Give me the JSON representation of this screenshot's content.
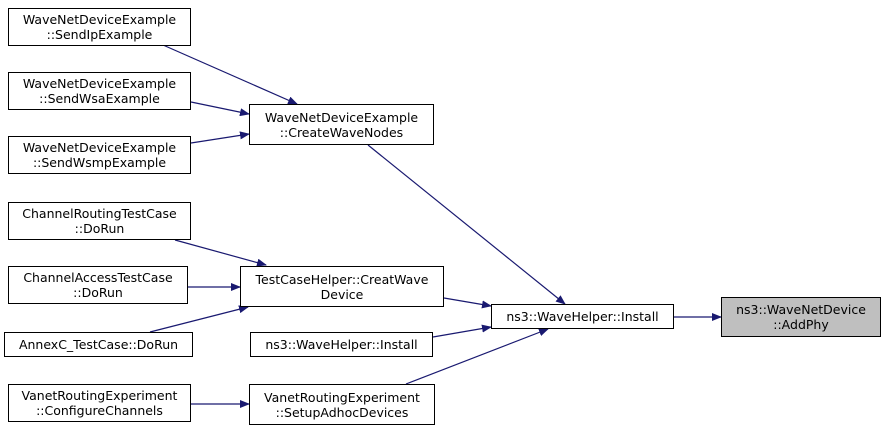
{
  "colors": {
    "edge": "#191970",
    "node_border": "#000000",
    "node_fill": "#ffffff",
    "highlight_fill": "#bfbfbf"
  },
  "nodes": {
    "send_ip": {
      "line1": "WaveNetDeviceExample",
      "line2": "::SendIpExample"
    },
    "send_wsa": {
      "line1": "WaveNetDeviceExample",
      "line2": "::SendWsaExample"
    },
    "send_wsmp": {
      "line1": "WaveNetDeviceExample",
      "line2": "::SendWsmpExample"
    },
    "create_wave_nodes": {
      "line1": "WaveNetDeviceExample",
      "line2": "::CreateWaveNodes"
    },
    "channel_routing": {
      "line1": "ChannelRoutingTestCase",
      "line2": "::DoRun"
    },
    "channel_access": {
      "line1": "ChannelAccessTestCase",
      "line2": "::DoRun"
    },
    "annexc": {
      "line1": "AnnexC_TestCase::DoRun"
    },
    "creat_wave_device": {
      "line1": "TestCaseHelper::CreatWave",
      "line2": "Device"
    },
    "wave_helper_install_caller": {
      "line1": "ns3::WaveHelper::Install"
    },
    "configure_channels": {
      "line1": "VanetRoutingExperiment",
      "line2": "::ConfigureChannels"
    },
    "setup_adhoc": {
      "line1": "VanetRoutingExperiment",
      "line2": "::SetupAdhocDevices"
    },
    "wave_helper_install": {
      "line1": "ns3::WaveHelper::Install"
    },
    "add_phy": {
      "line1": "ns3::WaveNetDevice",
      "line2": "::AddPhy"
    }
  }
}
